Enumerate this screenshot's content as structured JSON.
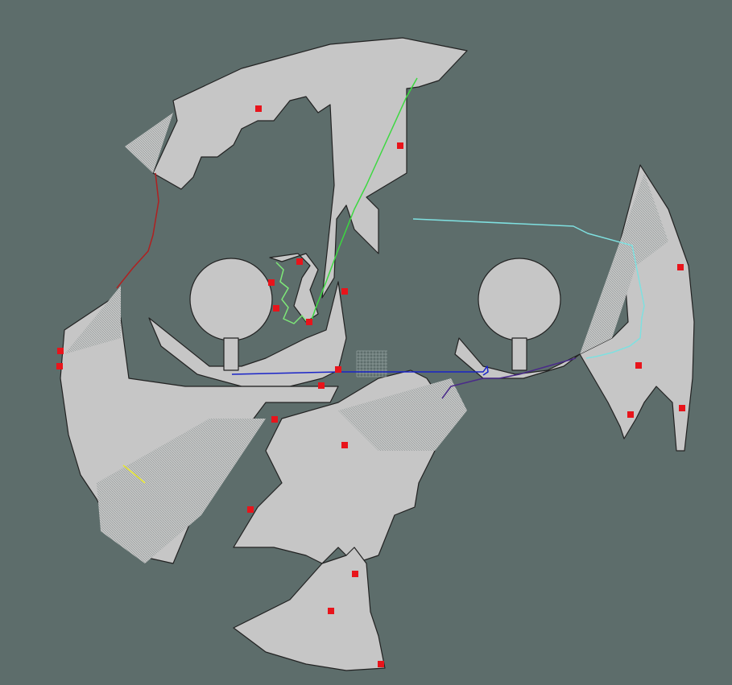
{
  "colors": {
    "background": "#5d6d6b",
    "free_space": "#c6c6c6",
    "wall": "#1a1a1a",
    "goal_marker": "#e8141b"
  },
  "robot_paths": [
    {
      "id": "red",
      "color": "#b02020"
    },
    {
      "id": "green",
      "color": "#3cd840"
    },
    {
      "id": "light-green",
      "color": "#7ee878"
    },
    {
      "id": "cyan",
      "color": "#7fe0e0"
    },
    {
      "id": "blue",
      "color": "#1a24c8"
    },
    {
      "id": "purple",
      "color": "#4a2a8a"
    },
    {
      "id": "yellow",
      "color": "#e8e830"
    }
  ],
  "goal_marker_count": 21,
  "grid_overlay": {
    "visible": true,
    "color": "#9aa7a6"
  }
}
